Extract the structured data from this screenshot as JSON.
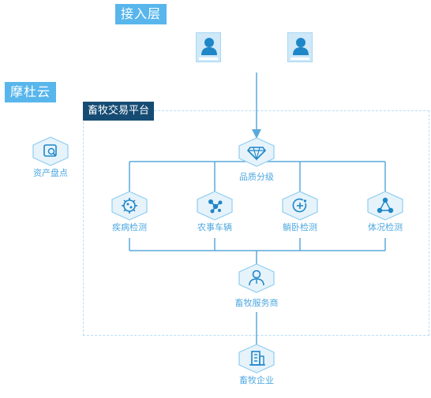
{
  "layers": {
    "access": "接入层",
    "cloud": "摩杜云",
    "platform": "畜牧交易平台"
  },
  "nodes": {
    "asset_inventory": "资产盘点",
    "quality_grading": "品质分级",
    "disease_detection": "疾病检测",
    "farm_vehicle": "农事车辆",
    "posture_detection": "躺卧检测",
    "condition_detection": "体况检测",
    "service_provider": "畜牧服务商",
    "enterprise": "畜牧企业"
  },
  "colors": {
    "tag_light": "#58b6ec",
    "tag_dark": "#164c74",
    "line": "#5aa9dc",
    "icon": "#1f86c8",
    "dashed_border": "#b7def4"
  },
  "icons": {
    "avatar": "person-icon",
    "asset_inventory": "search-box-icon",
    "quality_grading": "diamond-icon",
    "disease_detection": "virus-icon",
    "farm_vehicle": "molecule-icon",
    "posture_detection": "plus-target-icon",
    "condition_detection": "triangle-network-icon",
    "service_provider": "user-icon",
    "enterprise": "building-icon"
  }
}
